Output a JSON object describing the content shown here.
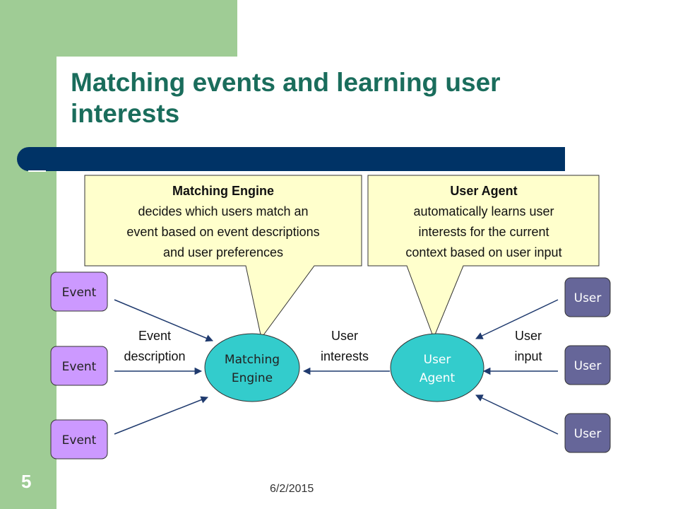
{
  "slide": {
    "title_line1": "Matching events and learning user",
    "title_line2": "interests",
    "number": "5",
    "date": "6/2/2015"
  },
  "colors": {
    "sidebar_green": "#9fcc95",
    "title_teal": "#1a6d5c",
    "title_bar_navy": "#003366",
    "callout_yellow": "#ffffcc",
    "event_purple": "#cc99ff",
    "user_slate": "#666699",
    "ellipse_cyan": "#33cccc",
    "arrow_navy": "#1f3a6e"
  },
  "diagram": {
    "events": [
      "Event",
      "Event",
      "Event"
    ],
    "users": [
      "User",
      "User",
      "User"
    ],
    "matching_engine": {
      "line1": "Matching",
      "line2": "Engine"
    },
    "user_agent": {
      "line1": "User",
      "line2": "Agent"
    },
    "labels": {
      "event_description": {
        "line1": "Event",
        "line2": "description"
      },
      "user_interests": {
        "line1": "User",
        "line2": "interests"
      },
      "user_input": {
        "line1": "User",
        "line2": "input"
      }
    },
    "callouts": {
      "matching_engine": {
        "heading": "Matching Engine",
        "lines": [
          "decides which users match an",
          "event based on event descriptions",
          "and user preferences"
        ]
      },
      "user_agent": {
        "heading": "User Agent",
        "lines": [
          "automatically learns user",
          "interests for the current",
          "context based on user input"
        ]
      }
    }
  }
}
